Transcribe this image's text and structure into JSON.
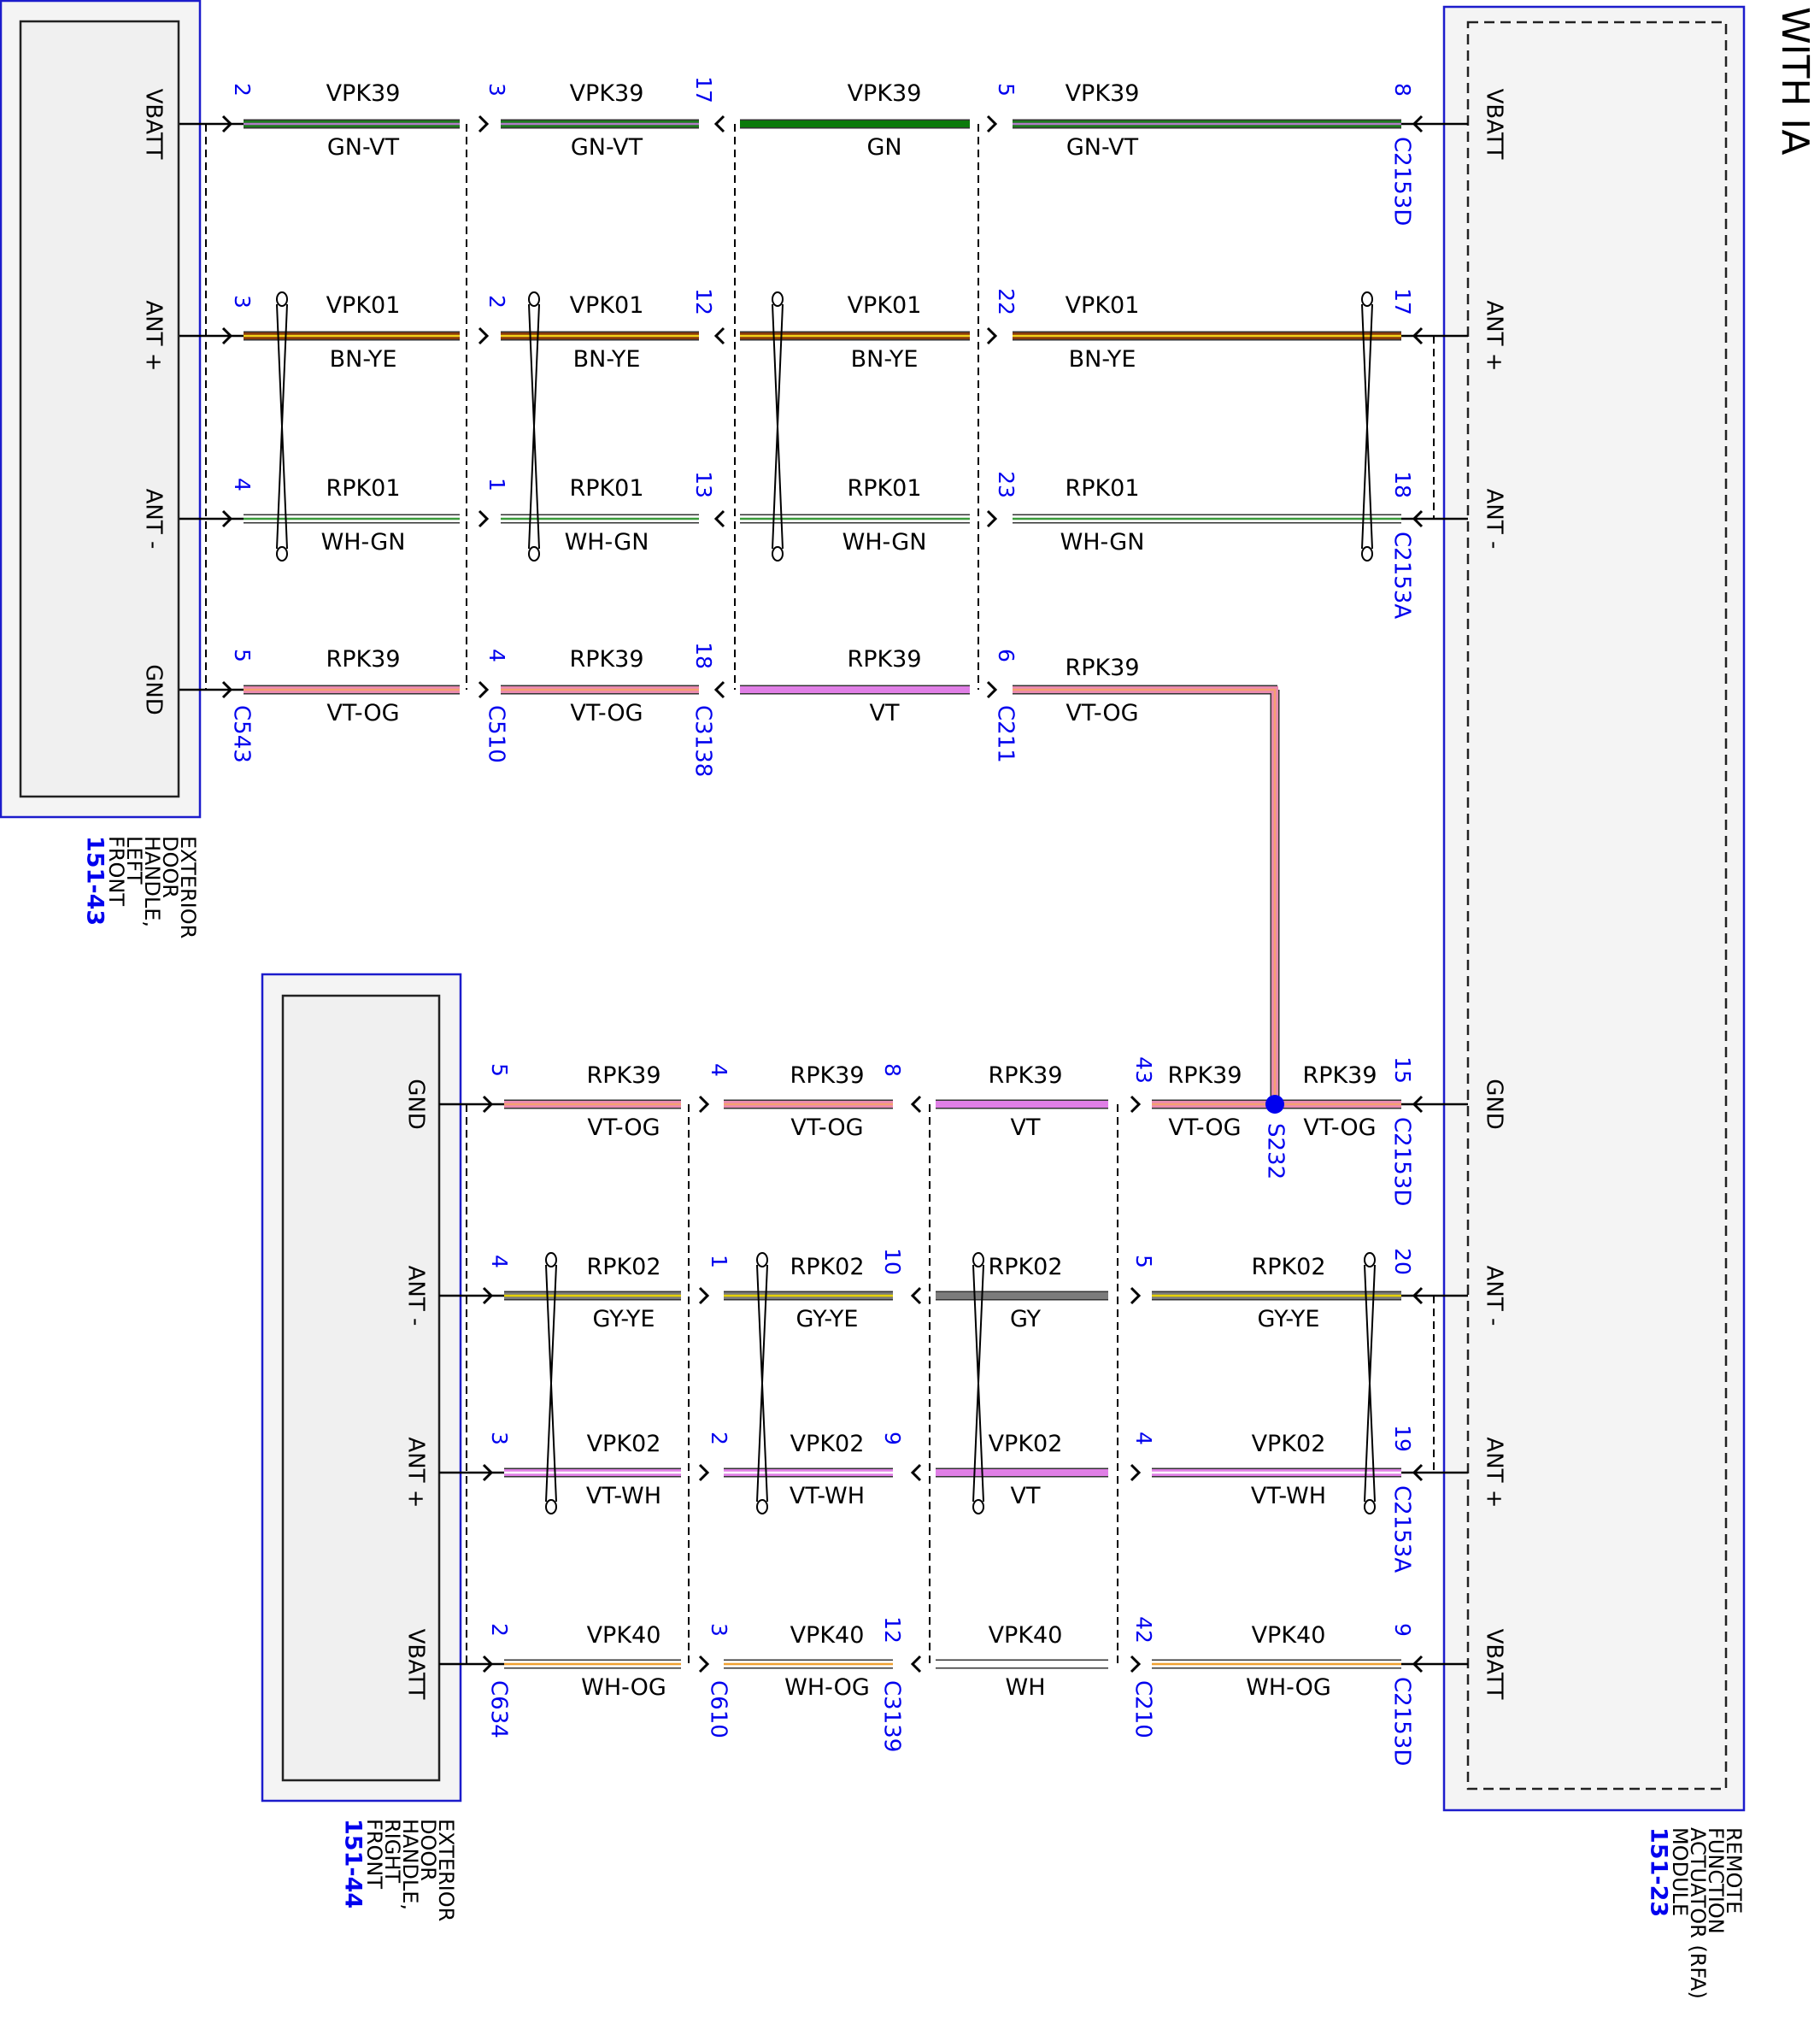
{
  "title": "WITH IA",
  "components": {
    "left_front": {
      "name_lines": [
        "EXTERIOR",
        "DOOR",
        "HANDLE,",
        "LEFT",
        "FRONT"
      ],
      "ref": "151-43"
    },
    "right_front": {
      "name_lines": [
        "EXTERIOR",
        "DOOR",
        "HANDLE,",
        "RIGHT",
        "FRONT"
      ],
      "ref": "151-44"
    },
    "rfa": {
      "name_lines": [
        "REMOTE",
        "FUNCTION",
        "ACTUATOR (RFA)",
        "MODULE"
      ],
      "ref": "151-23"
    }
  },
  "splice": "S232",
  "colors": {
    "GN-VT": [
      "#1e7a1e",
      "#b07bc6"
    ],
    "GN": [
      "#0b7a0b",
      "#0b7a0b"
    ],
    "BN-YE": [
      "#8a3a0a",
      "#f2d21a"
    ],
    "WH-GN": [
      "#ffffff",
      "#3a9a3a"
    ],
    "VT-OG": [
      "#e98ab0",
      "#f4a070"
    ],
    "VT": [
      "#e07fe6",
      "#e07fe6"
    ],
    "GY-YE": [
      "#7b7b7b",
      "#e6d200"
    ],
    "GY": [
      "#7b7b7b",
      "#7b7b7b"
    ],
    "VT-WH": [
      "#e07fe6",
      "#ffffff"
    ],
    "WH-OG": [
      "#ffffff",
      "#f0a030"
    ],
    "WH": [
      "#ffffff",
      "#ffffff"
    ]
  },
  "top": {
    "connectors": [
      "C543",
      "C510",
      "C3138",
      "C211"
    ],
    "rows": [
      {
        "signal": "VBATT",
        "circuit": "VPK39",
        "pins": [
          "2",
          "3",
          "17",
          "5",
          "8"
        ],
        "colors": [
          "GN-VT",
          "GN-VT",
          "GN",
          "GN-VT"
        ],
        "rfa_signal": "VBATT",
        "rfa_conn": "C2153D"
      },
      {
        "signal": "ANT +",
        "circuit": "VPK01",
        "pins": [
          "3",
          "2",
          "12",
          "22",
          "17"
        ],
        "colors": [
          "BN-YE",
          "BN-YE",
          "BN-YE",
          "BN-YE"
        ],
        "rfa_signal": "ANT +",
        "rfa_conn": ""
      },
      {
        "signal": "ANT -",
        "circuit": "RPK01",
        "pins": [
          "4",
          "1",
          "13",
          "23",
          "18"
        ],
        "colors": [
          "WH-GN",
          "WH-GN",
          "WH-GN",
          "WH-GN"
        ],
        "rfa_signal": "ANT -",
        "rfa_conn": "C2153A"
      },
      {
        "signal": "GND",
        "circuit": "RPK39",
        "pins": [
          "5",
          "4",
          "18",
          "6"
        ],
        "colors": [
          "VT-OG",
          "VT-OG",
          "VT",
          "VT-OG"
        ],
        "rfa_signal": "",
        "rfa_conn": ""
      }
    ]
  },
  "bottom": {
    "connectors": [
      "C634",
      "C610",
      "C3139",
      "C210"
    ],
    "rows": [
      {
        "signal": "GND",
        "circuit": "RPK39",
        "pins": [
          "5",
          "4",
          "8",
          "43",
          "15"
        ],
        "colors": [
          "VT-OG",
          "VT-OG",
          "VT",
          "VT-OG",
          "VT-OG"
        ],
        "rfa_signal": "GND",
        "rfa_conn": "C2153D"
      },
      {
        "signal": "ANT -",
        "circuit": "RPK02",
        "pins": [
          "4",
          "1",
          "10",
          "5",
          "20"
        ],
        "colors": [
          "GY-YE",
          "GY-YE",
          "GY",
          "GY-YE"
        ],
        "rfa_signal": "ANT -",
        "rfa_conn": ""
      },
      {
        "signal": "ANT +",
        "circuit": "VPK02",
        "pins": [
          "3",
          "2",
          "9",
          "4",
          "19"
        ],
        "colors": [
          "VT-WH",
          "VT-WH",
          "VT",
          "VT-WH"
        ],
        "rfa_signal": "ANT +",
        "rfa_conn": "C2153A"
      },
      {
        "signal": "VBATT",
        "circuit": "VPK40",
        "pins": [
          "2",
          "3",
          "12",
          "42",
          "9"
        ],
        "colors": [
          "WH-OG",
          "WH-OG",
          "WH",
          "WH-OG"
        ],
        "rfa_signal": "VBATT",
        "rfa_conn": "C2153D"
      }
    ]
  }
}
